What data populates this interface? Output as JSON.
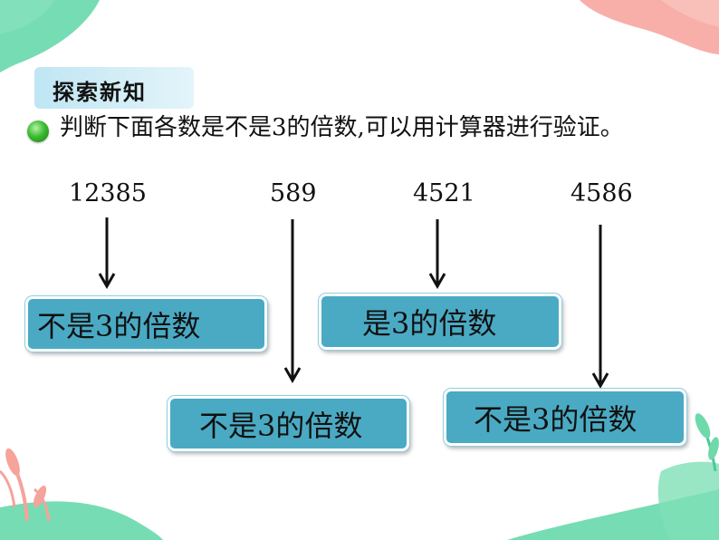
{
  "section_title": "探索新知",
  "question": "判断下面各数是不是3的倍数,可以用计算器进行验证。",
  "numbers": [
    "12385",
    "589",
    "4521",
    "4586"
  ],
  "results": [
    "不是3的倍数",
    "不是3的倍数",
    "是3的倍数",
    "不是3的倍数"
  ],
  "colors": {
    "box_fill": "#4aaac4",
    "tag_fill": "#bfe6f3",
    "bullet": "#3cbd32",
    "leaf_green": "#5ed6a6",
    "leaf_pink": "#f7a6a0"
  },
  "icons": [
    "green-bullet-icon",
    "down-arrow-icon",
    "leaf-decoration"
  ]
}
